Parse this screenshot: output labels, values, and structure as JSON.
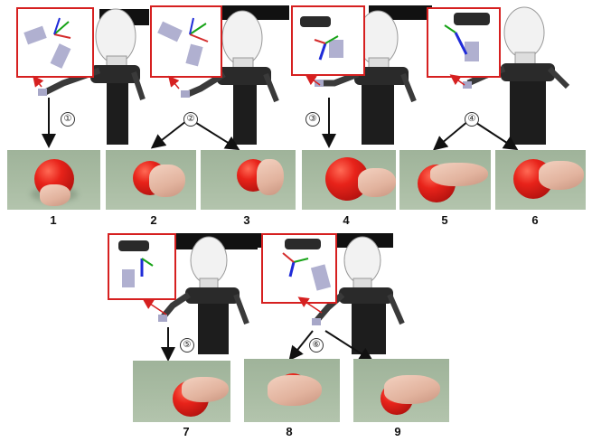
{
  "photos": [
    {
      "id": 1,
      "label": "1"
    },
    {
      "id": 2,
      "label": "2"
    },
    {
      "id": 3,
      "label": "3"
    },
    {
      "id": 4,
      "label": "4"
    },
    {
      "id": 5,
      "label": "5"
    },
    {
      "id": 6,
      "label": "6"
    },
    {
      "id": 7,
      "label": "7"
    },
    {
      "id": 8,
      "label": "8"
    },
    {
      "id": 9,
      "label": "9"
    }
  ],
  "steps": [
    "①",
    "②",
    "③",
    "④",
    "⑤",
    "⑥"
  ],
  "colors": {
    "inset_border": "#d62020",
    "arrow": "#111111",
    "red_arrow": "#d62020",
    "ball": "#e8231a",
    "background_photo": "#a9bca3"
  }
}
